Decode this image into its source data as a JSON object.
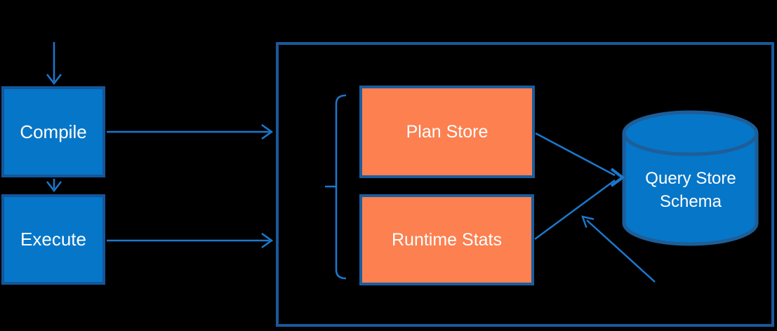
{
  "diagram": {
    "nodes": {
      "compile": {
        "label": "Compile"
      },
      "execute": {
        "label": "Execute"
      },
      "plan_store": {
        "label": "Plan Store"
      },
      "runtime_stats": {
        "label": "Runtime Stats"
      },
      "query_store_schema": {
        "line1": "Query Store",
        "line2": "Schema"
      }
    },
    "colors": {
      "background": "#000000",
      "node_fill_blue": "#0676c8",
      "node_border_blue": "#14569b",
      "container_border": "#19599b",
      "orange_fill": "#fc8050",
      "orange_border": "#1b5d9e",
      "connector_blue": "#1b79ce",
      "label_text": "#ffffff"
    }
  }
}
